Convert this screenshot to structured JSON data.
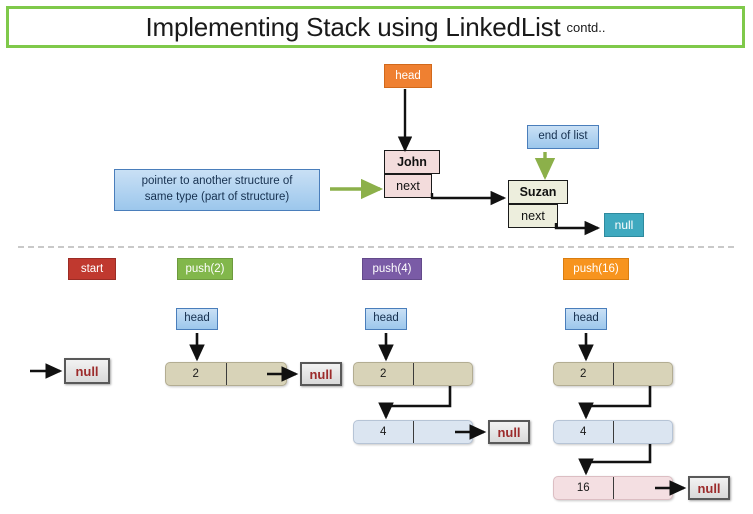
{
  "title": {
    "main": "Implementing Stack using LinkedList",
    "suffix": "contd..",
    "border_color": "#7fc94a"
  },
  "top_diagram": {
    "head_label": "head",
    "end_of_list_label": "end of list",
    "callout": "pointer to another structure of same type (part of structure)",
    "callout_line1": "pointer to another structure of",
    "callout_line2": "same type (part of structure)",
    "nodes": [
      {
        "name": "John",
        "next_label": "next",
        "fill": "#f3dcdc"
      },
      {
        "name": "Suzan",
        "next_label": "next",
        "fill": "#edeedd"
      }
    ],
    "terminator": "null",
    "terminator_color": "#3fa9bf"
  },
  "steps": [
    {
      "label": "start",
      "label_color": "#c0392f",
      "head_label": null,
      "nodes": [],
      "terminator": "null"
    },
    {
      "label": "push(2)",
      "label_color": "#82b74b",
      "head_label": "head",
      "nodes": [
        {
          "value": "2",
          "fill": "#d8d3b8"
        }
      ],
      "terminator": "null"
    },
    {
      "label": "push(4)",
      "label_color": "#7a5ba6",
      "head_label": "head",
      "nodes": [
        {
          "value": "2",
          "fill": "#d8d3b8"
        },
        {
          "value": "4",
          "fill": "#dbe5f1"
        }
      ],
      "terminator": "null"
    },
    {
      "label": "push(16)",
      "label_color": "#f7941e",
      "head_label": "head",
      "nodes": [
        {
          "value": "2",
          "fill": "#d8d3b8"
        },
        {
          "value": "4",
          "fill": "#dbe5f1"
        },
        {
          "value": "16",
          "fill": "#f4dfe2"
        }
      ],
      "terminator": "null"
    }
  ],
  "icons": {
    "arrow_down": "arrow-down-icon",
    "arrow_right": "arrow-right-icon",
    "arrow_elbow": "arrow-elbow-icon",
    "green_arrow_right": "green-arrow-right-icon",
    "green_arrow_down": "green-arrow-down-icon"
  }
}
